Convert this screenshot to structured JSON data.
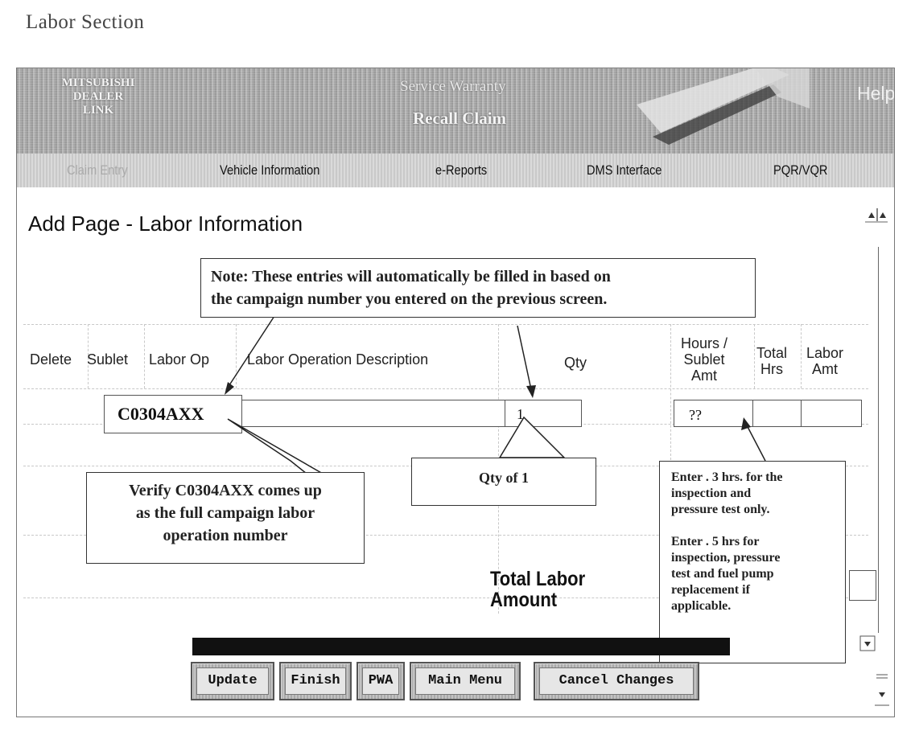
{
  "document": {
    "section_heading": "Labor Section"
  },
  "banner": {
    "logo_lines": [
      "MITSUBISHI",
      "DEALER",
      "LINK"
    ],
    "service_title": "Service Warranty",
    "page_title": "Recall Claim",
    "help_label": "Help"
  },
  "nav": {
    "items": [
      {
        "label": "Claim Entry",
        "dimmed": true
      },
      {
        "label": "Vehicle Information",
        "dimmed": false
      },
      {
        "label": "e-Reports",
        "dimmed": false
      },
      {
        "label": "DMS Interface",
        "dimmed": false
      },
      {
        "label": "PQR/VQR",
        "dimmed": false
      }
    ]
  },
  "content": {
    "title": "Add Page - Labor Information"
  },
  "table": {
    "headers": {
      "delete": "Delete",
      "sublet": "Sublet",
      "labor_op": "Labor Op",
      "labor_desc": "Labor Operation Description",
      "qty": "Qty",
      "hours_line1": "Hours /",
      "hours_line2": "Sublet",
      "hours_line3": "Amt",
      "total_hrs_line1": "Total",
      "total_hrs_line2": "Hrs",
      "labor_amt_line1": "Labor",
      "labor_amt_line2": "Amt"
    },
    "row": {
      "labor_op": "C0304AXX",
      "description": "",
      "qty": "1",
      "hours": "??",
      "total_hrs": "",
      "labor_amt": ""
    },
    "total_label_line1": "Total Labor",
    "total_label_line2": "Amount"
  },
  "callouts": {
    "note_line1": "Note: These entries will automatically be filled in based on",
    "note_line2": "the campaign number you entered on the previous screen.",
    "verify_line1": "Verify C0304AXX comes up",
    "verify_line2": "as the full campaign labor",
    "verify_line3": "operation number",
    "qty": "Qty of 1",
    "hours_line1": "Enter . 3 hrs. for the",
    "hours_line2": "inspection and",
    "hours_line3": "pressure test only.",
    "hours_line4": "Enter . 5 hrs for",
    "hours_line5": "inspection, pressure",
    "hours_line6": "test and fuel pump",
    "hours_line7": "replacement if",
    "hours_line8": "applicable."
  },
  "buttons": {
    "update": "Update",
    "finish": "Finish",
    "pwa": "PWA",
    "main_menu": "Main Menu",
    "cancel": "Cancel Changes"
  },
  "icons": [
    "scroll-up-icon",
    "scroll-down-icon",
    "dropdown-arrow-icon"
  ]
}
